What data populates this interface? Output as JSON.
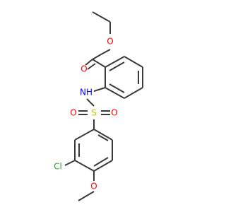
{
  "molecule": {
    "atoms": {
      "o_carbonyl": "O",
      "o_ester": "O",
      "nh": "NH",
      "s": "S",
      "o_sulfonyl_left": "O",
      "o_sulfonyl_right": "O",
      "cl": "Cl",
      "o_methoxy": "O"
    },
    "colors": {
      "bond": "#3a3a3a",
      "oxygen": "#ff0000",
      "nitrogen": "#0000ff",
      "sulfur": "#c8c800",
      "chlorine": "#2fa02f"
    }
  }
}
